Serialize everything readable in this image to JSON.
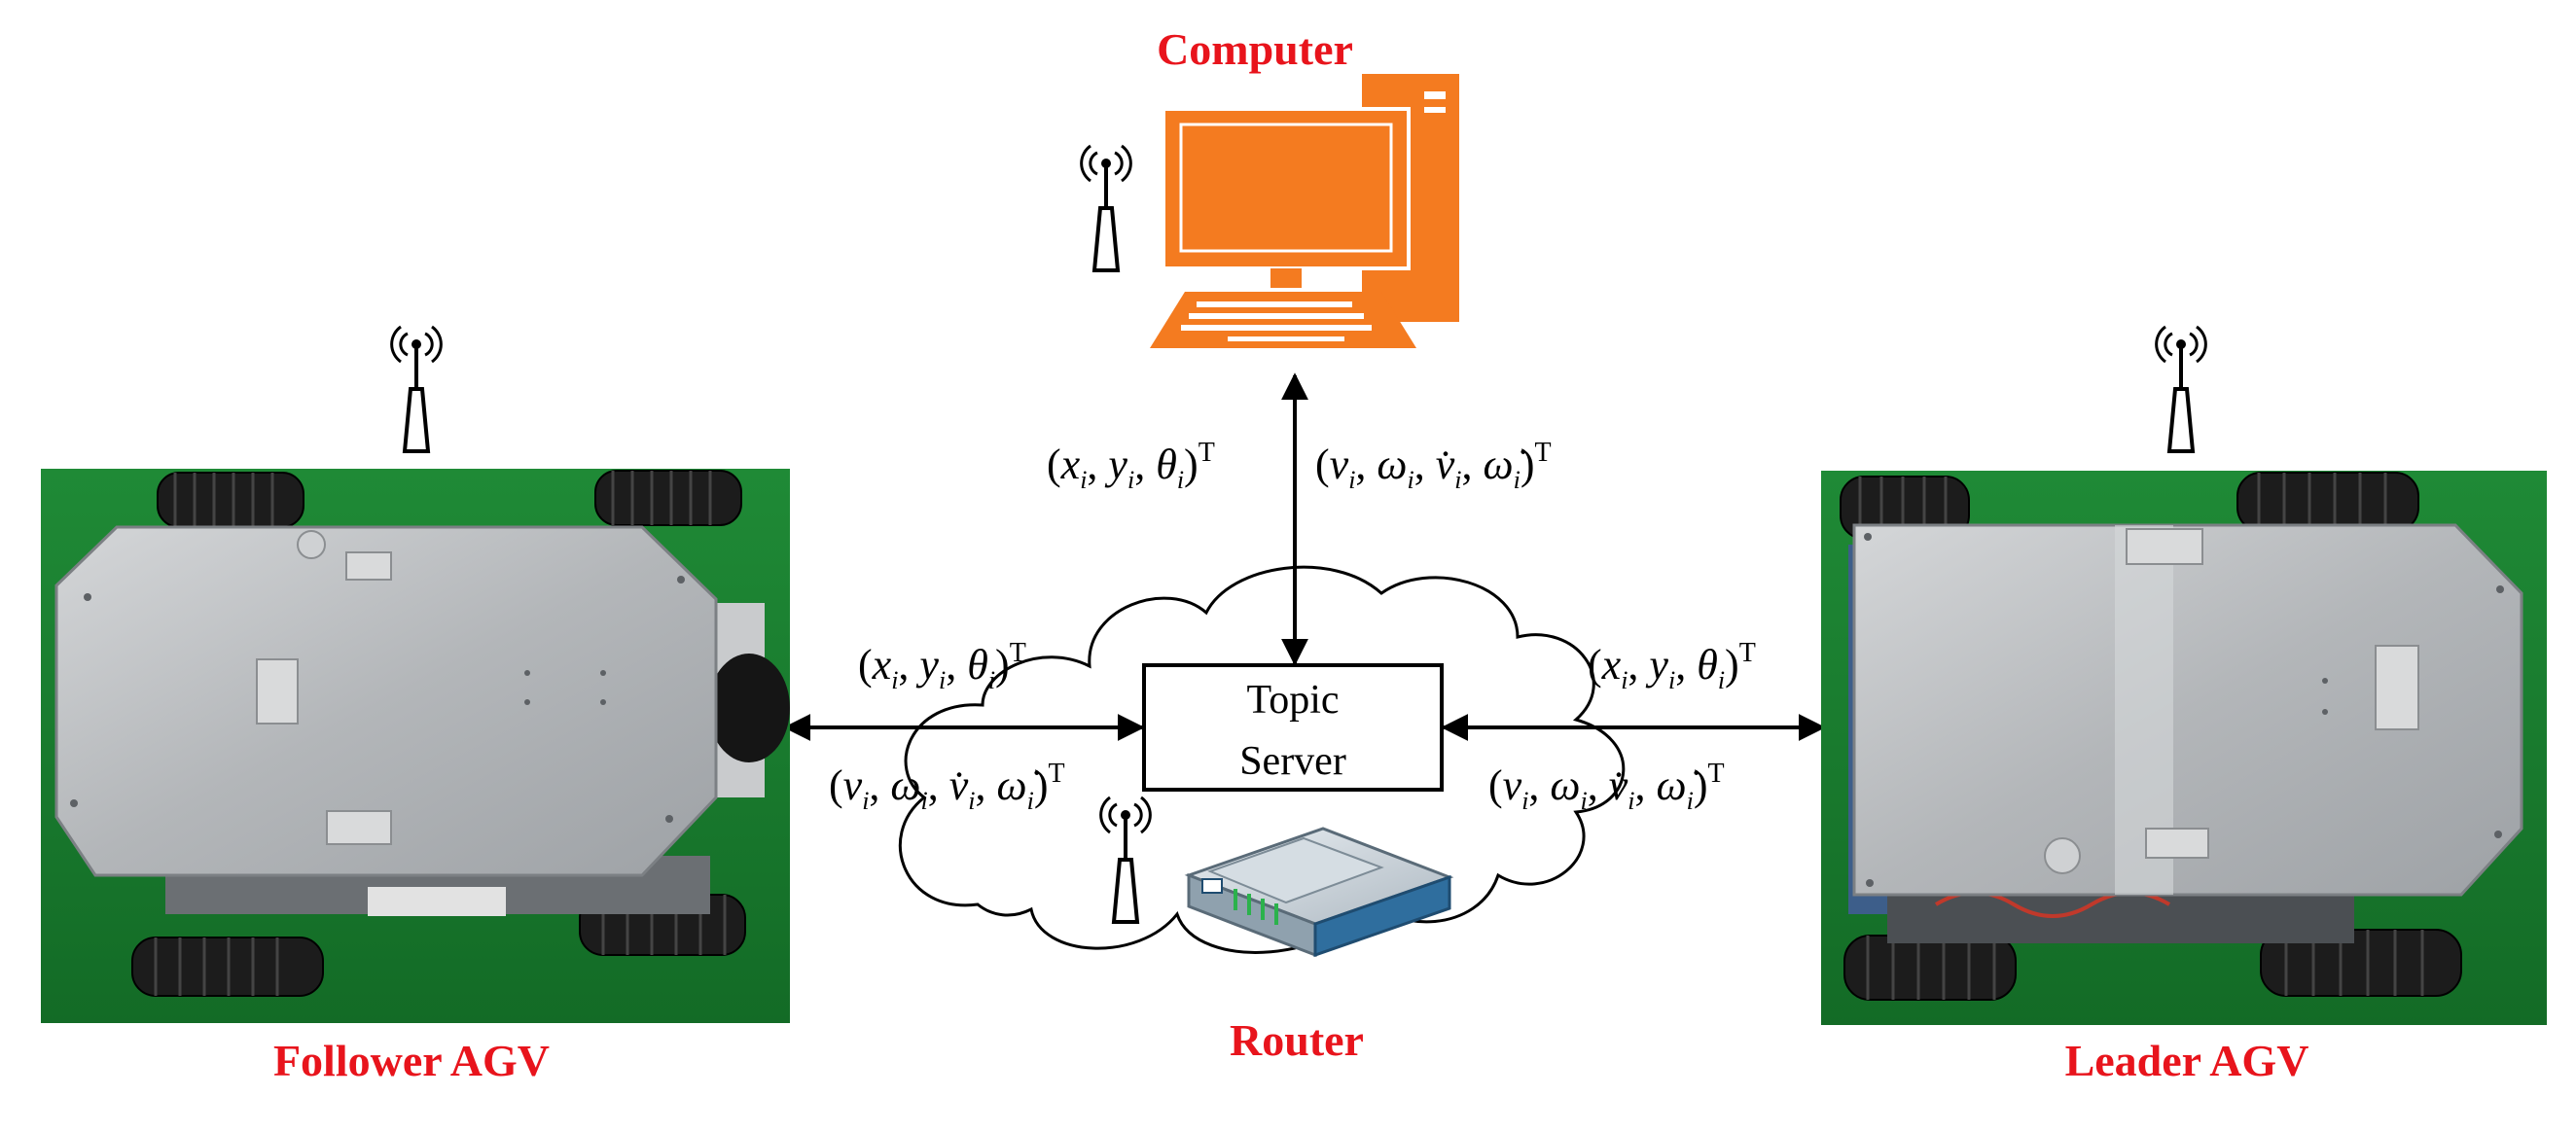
{
  "labels": {
    "computer": "Computer",
    "router": "Router",
    "follower": "Follower AGV",
    "leader": "Leader AGV"
  },
  "server": {
    "line1": "Topic",
    "line2": "Server"
  },
  "signals": {
    "pose": "(x_i, y_i, θ_i)^T",
    "velocity": "(v_i, ω_i, v̇_i, ω̇_i)^T"
  },
  "colors": {
    "label_red": "#e8141c",
    "computer_orange": "#f47b20",
    "ground_green": "#1a7a2e",
    "agv_plate": "#b8babc",
    "router_blue": "#2f6e9e"
  },
  "icons": [
    "antenna-icon",
    "computer-icon",
    "router-icon",
    "cloud-icon",
    "agv-robot-icon"
  ]
}
